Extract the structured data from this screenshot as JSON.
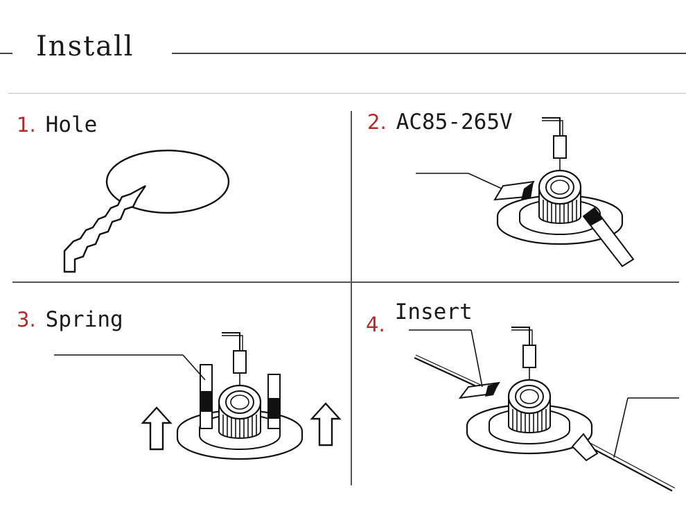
{
  "header": {
    "title": "Install"
  },
  "steps": [
    {
      "number": "1.",
      "label": "Hole"
    },
    {
      "number": "2.",
      "label": "AC85-265V"
    },
    {
      "number": "3.",
      "label": "Spring"
    },
    {
      "number": "4.",
      "label": "Insert"
    }
  ],
  "colors": {
    "step_number": "#b22a2a",
    "line_art": "#1a1a1a",
    "accent_rule": "#e3b4b4"
  }
}
